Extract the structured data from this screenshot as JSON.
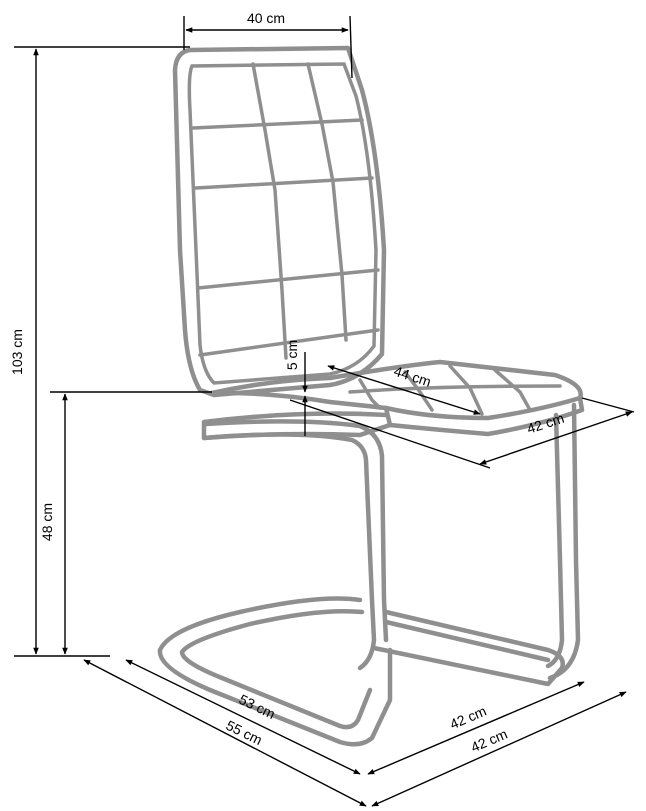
{
  "diagram": {
    "type": "chair-dimension-drawing",
    "colors": {
      "outline": "#8f8f8f",
      "dimension_line": "#000000",
      "background": "#ffffff"
    },
    "dimensions": {
      "backrest_width": "40 cm",
      "total_height": "103 cm",
      "seat_height": "48 cm",
      "seat_cushion_thickness": "5 cm",
      "seat_depth": "44 cm",
      "seat_width": "42 cm",
      "base_depth": "53 cm",
      "overall_depth": "55 cm",
      "base_width": "42 cm",
      "overall_width": "42 cm"
    }
  }
}
